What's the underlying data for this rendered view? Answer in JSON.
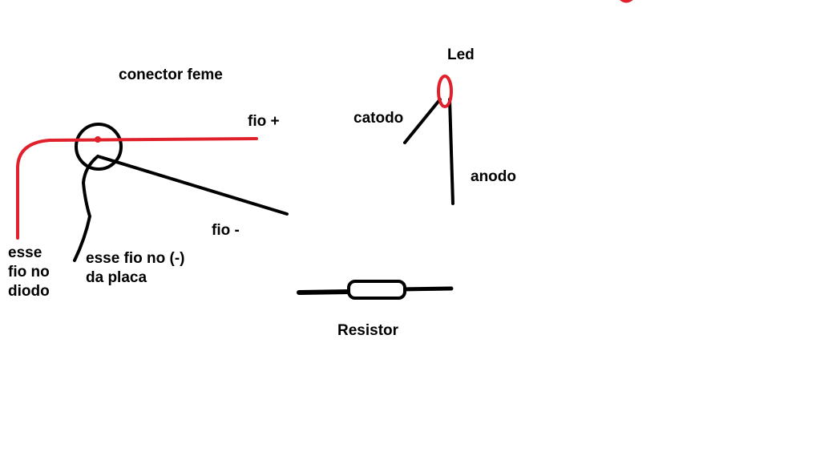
{
  "labels": {
    "connector": "conector feme",
    "wire_plus": "fio +",
    "wire_minus": "fio -",
    "diode_wire": [
      "esse",
      "fio no",
      "diodo"
    ],
    "board_wire": [
      "esse fio no (-)",
      "da placa"
    ],
    "led": "Led",
    "cathode": "catodo",
    "anode": "anodo",
    "resistor": "Resistor"
  },
  "colors": {
    "wire_positive": "#e0202b",
    "wire_negative": "#000000",
    "text": "#000000",
    "background": "#ffffff"
  }
}
